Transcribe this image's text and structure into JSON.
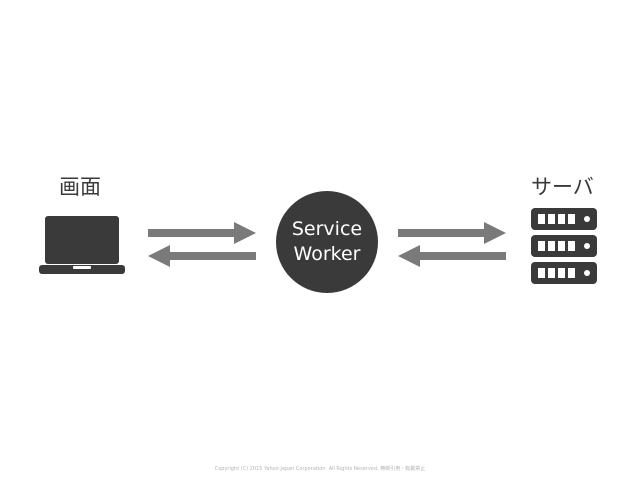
{
  "client": {
    "label": "画面",
    "icon": "laptop-icon"
  },
  "service_worker": {
    "line1": "Service",
    "line2": "Worker"
  },
  "server": {
    "label": "サーバ",
    "icon": "server-icon"
  },
  "arrows": {
    "color": "#7a7a7a"
  },
  "colors": {
    "dark": "#3a3a3a",
    "arrow": "#7a7a7a"
  },
  "footer": {
    "copyright": "Copyright (C) 2015 Yahoo Japan Corporation. All Rights Reserved. 無断引用・転載禁止"
  }
}
